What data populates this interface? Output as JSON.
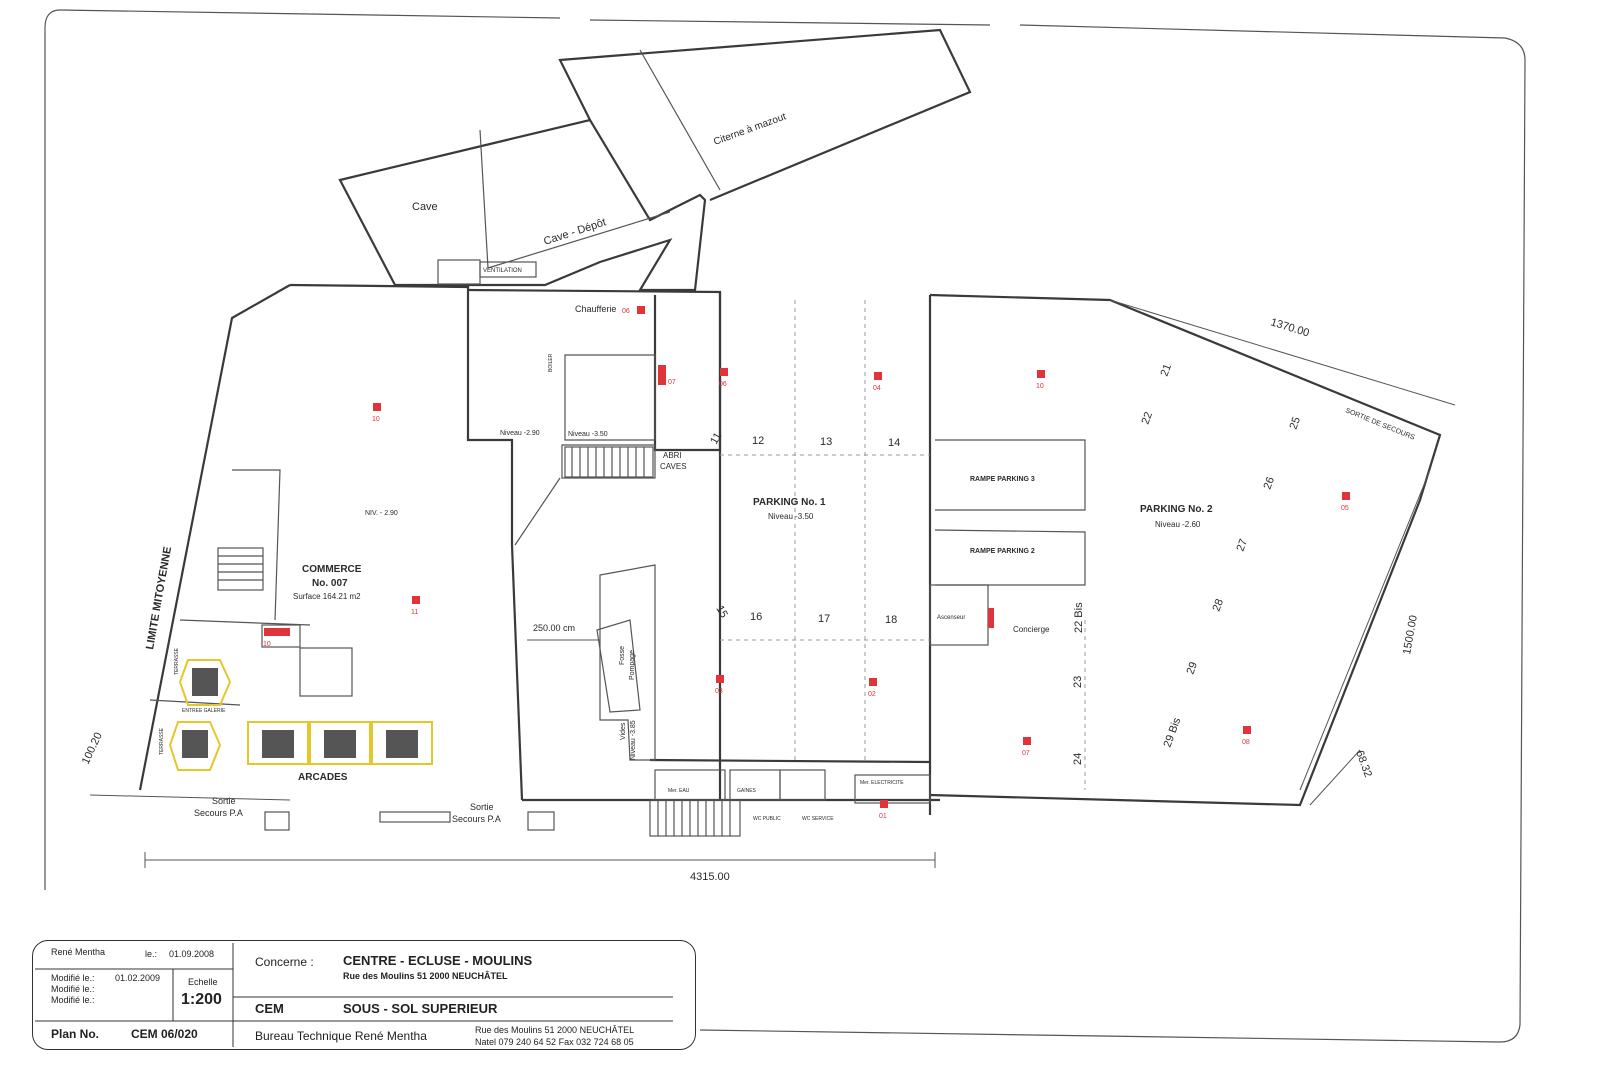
{
  "plan": {
    "rooms": {
      "cave": "Cave",
      "cave_depot": "Cave - Dépôt",
      "citerne": "Citerne à mazout",
      "ventilation": "VENTILATION",
      "chaufferie": "Chaufferie",
      "boiler": "BOILER",
      "niveau_290": "Niveau -2.90",
      "niveau_350": "Niveau -3.50",
      "abri_1": "ABRI",
      "abri_2": "CAVES",
      "commerce_1": "COMMERCE",
      "commerce_2": "No. 007",
      "commerce_3": "Surface 164.21 m2",
      "niv_290": "NIV. - 2.90",
      "limite": "LIMITE MITOYENNE",
      "arcades": "ARCADES",
      "sortie1_1": "Sortie",
      "sortie1_2": "Secours P.A",
      "sortie2_1": "Sortie",
      "sortie2_2": "Secours P.A",
      "parking1": "PARKING No. 1",
      "parking1_niv": "Niveau -3.50",
      "parking2": "PARKING No. 2",
      "parking2_niv": "Niveau -2.60",
      "rampe3": "RAMPE PARKING 3",
      "rampe2": "RAMPE PARKING 2",
      "ascenseur": "Ascenseur",
      "concierge": "Concierge",
      "fosse_1": "Fosse",
      "fosse_2": "Pompage",
      "vides_1": "Vides",
      "vides_2": "Niveau -3.85",
      "sortie_secours": "SORTIE DE SECOURS",
      "mer_eau": "Mer. EAU",
      "gaines": "GAINES",
      "wc_public": "WC PUBLIC",
      "wc_service": "WC SERVICE",
      "mer_elec": "Mer. ELECTRICITE",
      "terrasse_1": "TERRASSE",
      "terrasse_2": "TERRASSE",
      "entree": "ENTREE GALERIE",
      "distance": "250.00 cm"
    },
    "spaces_p1": [
      "11",
      "12",
      "13",
      "14",
      "15",
      "16",
      "17",
      "18"
    ],
    "spaces_p2": [
      "21",
      "22",
      "25",
      "26",
      "27",
      "28",
      "29",
      "22 Bis",
      "23",
      "24",
      "29 Bis"
    ],
    "markers": [
      "10",
      "11",
      "10",
      "06",
      "07",
      "06",
      "04",
      "03",
      "02",
      "01",
      "10",
      "05",
      "07",
      "08"
    ],
    "dimensions": {
      "d1370": "1370.00",
      "d1500": "1500.00",
      "d4315": "4315.00",
      "d100": "100.20",
      "d68": "68.32"
    }
  },
  "title_block": {
    "author": "René Mentha",
    "le_label": "le.:",
    "le_date": "01.09.2008",
    "mod1": "Modifié le.:",
    "mod1_date": "01.02.2009",
    "mod2": "Modifié le.:",
    "mod3": "Modifié le.:",
    "echelle_label": "Echelle",
    "echelle": "1:200",
    "plan_label": "Plan No.",
    "plan_no": "CEM 06/020",
    "concerne_label": "Concerne :",
    "project": "CENTRE - ECLUSE - MOULINS",
    "project_addr": "Rue des Moulins 51 2000 NEUCHÂTEL",
    "code": "CEM",
    "level": "SOUS - SOL SUPERIEUR",
    "bureau": "Bureau Technique René Mentha",
    "bureau_addr": "Rue des Moulins 51 2000 NEUCHÂTEL",
    "contact": "Natel 079 240 64 52   Fax 032 724 68 05"
  },
  "colors": {
    "marker": "#e0343b",
    "table": "#e6c62a",
    "line": "#3a3a3a"
  }
}
